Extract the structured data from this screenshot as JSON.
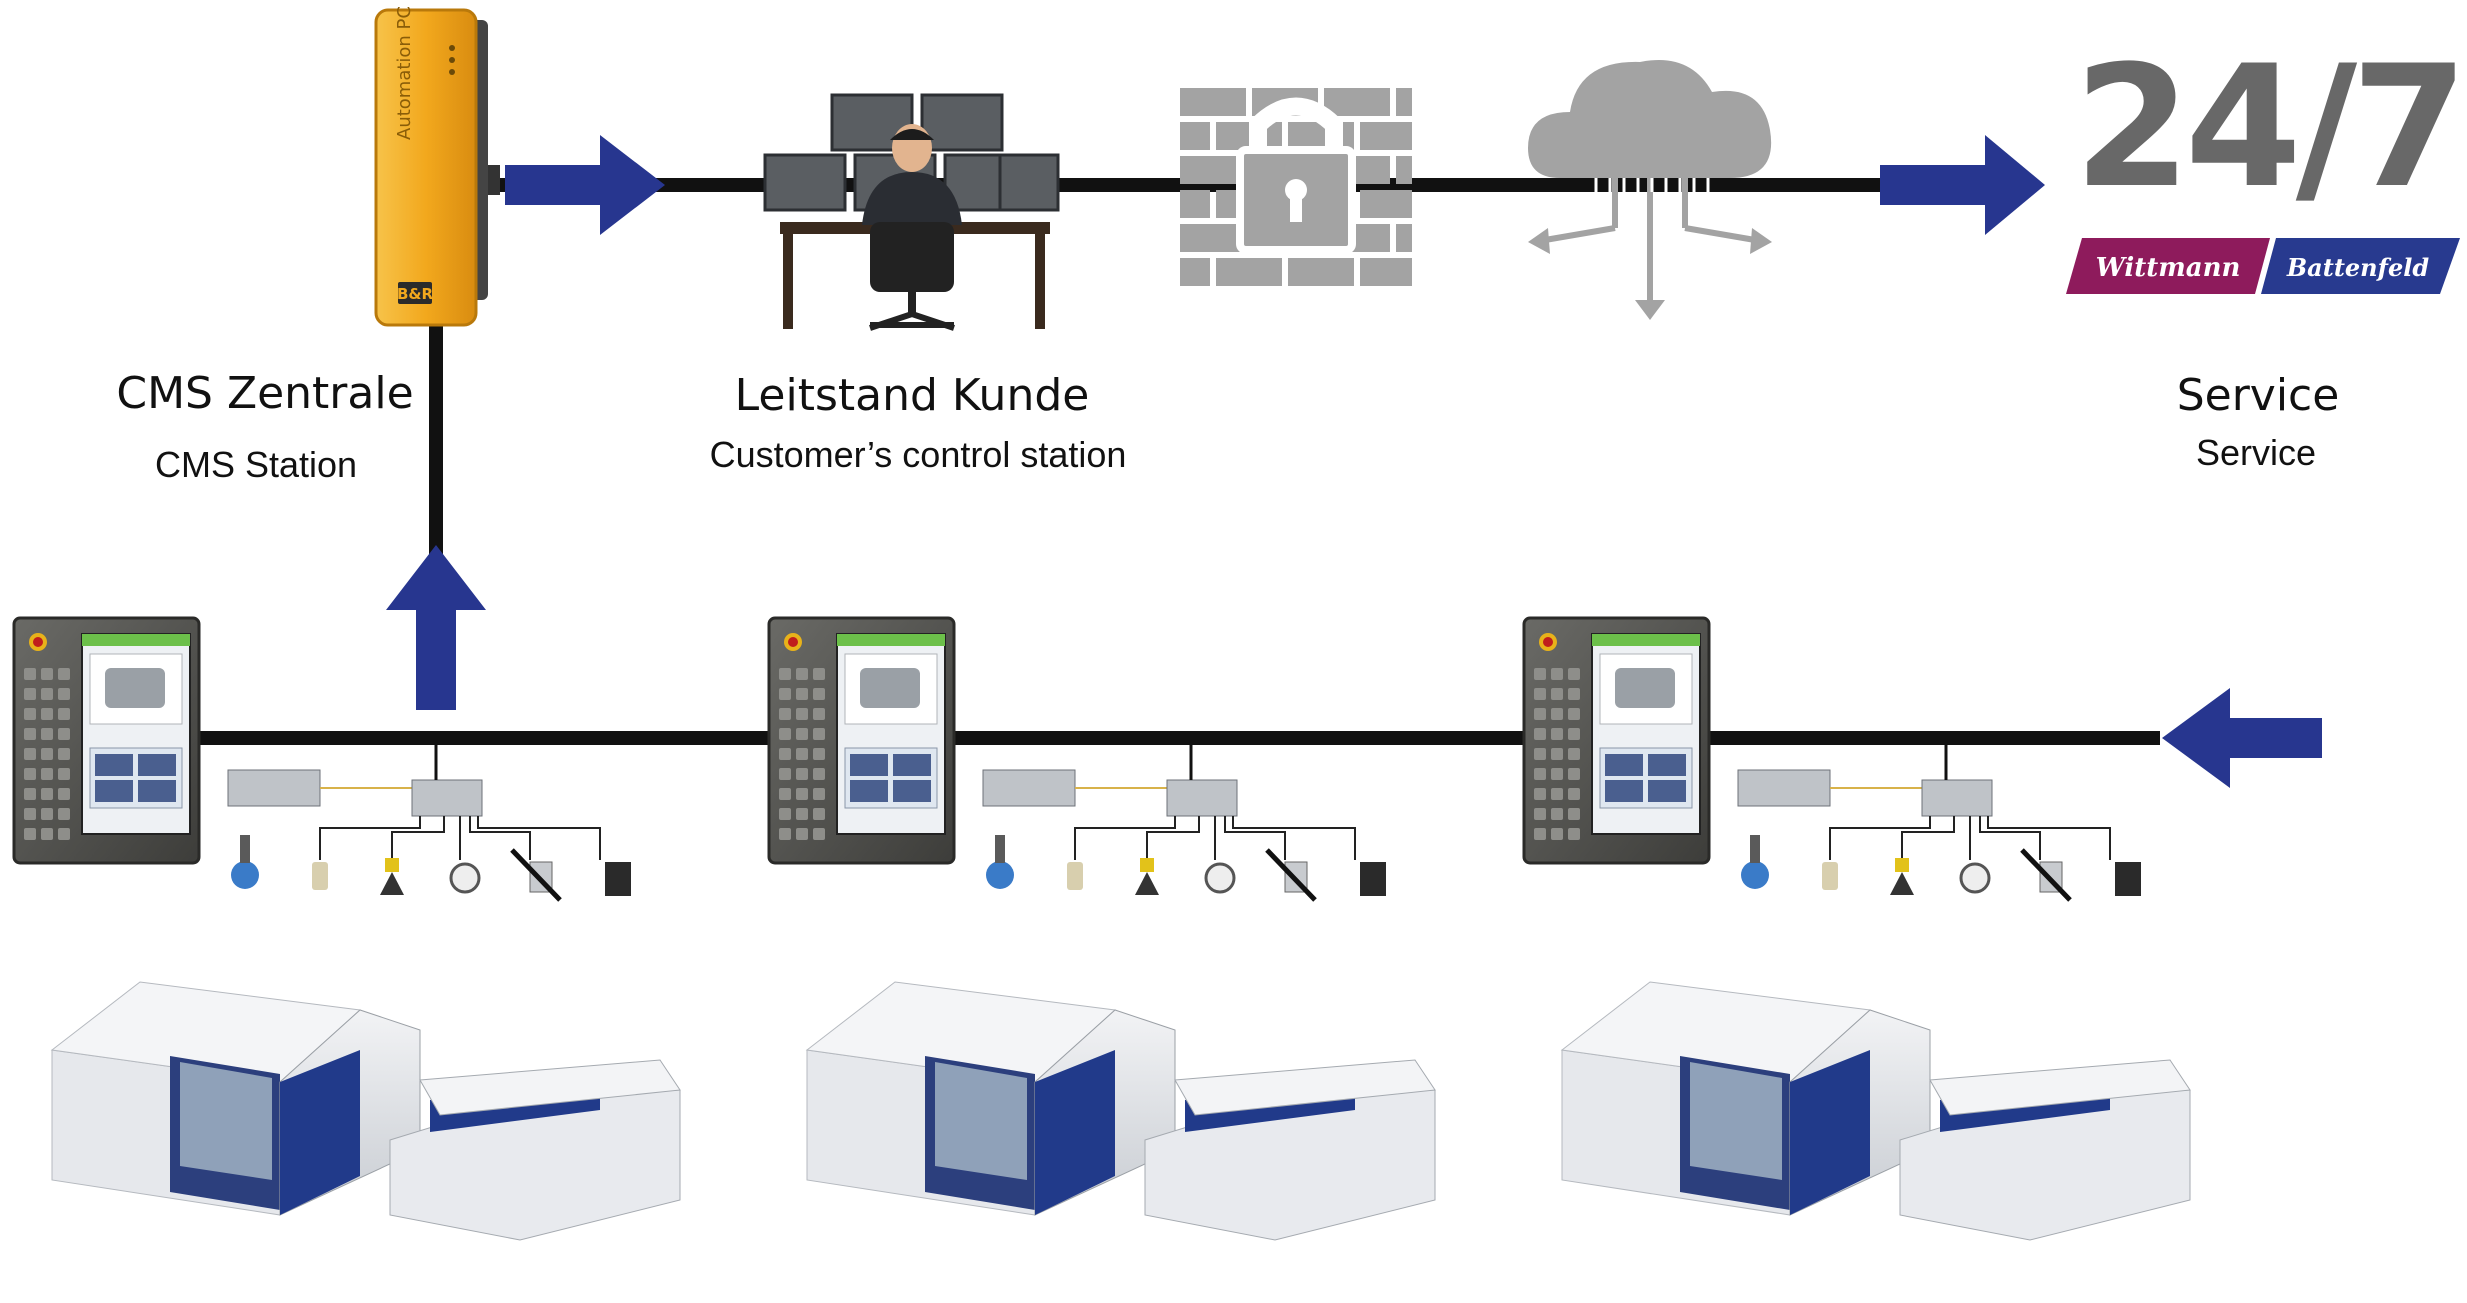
{
  "labels": {
    "cms_title": "CMS Zentrale",
    "cms_sub": "CMS Station",
    "leitstand_title": "Leitstand Kunde",
    "leitstand_sub": "Customer’s control station",
    "service_title": "Service",
    "service_sub": "Service"
  },
  "service_badge": {
    "hours": "24/7",
    "brand_left": "Wittmann",
    "brand_right": "Battenfeld"
  },
  "cms_device_text": "Automation PC",
  "cms_device_logo": "B&R",
  "icons": {
    "firewall": "padlock-firewall-icon",
    "cloud": "cloud-network-icon"
  },
  "colors": {
    "arrow_blue": "#27368f",
    "line": "#111111",
    "cms_orange": "#f2a81d",
    "icon_gray": "#a3a3a3",
    "brand_magenta": "#8e1b5c",
    "brand_navy": "#283a8f",
    "machine_blue": "#213a8a"
  }
}
